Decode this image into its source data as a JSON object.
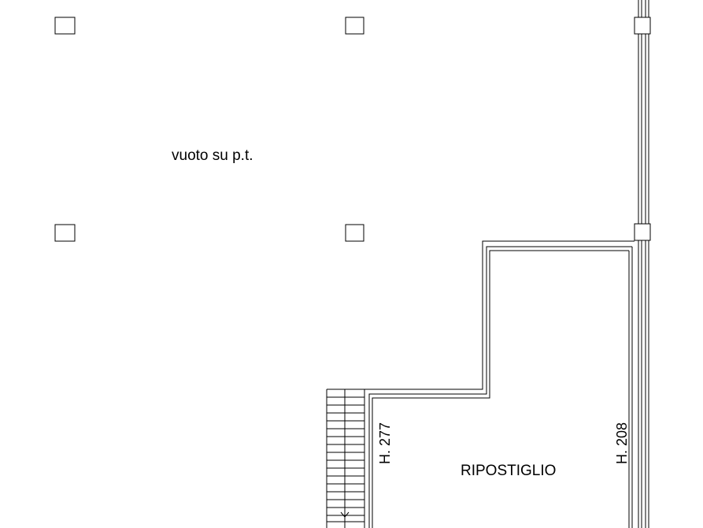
{
  "floor_plan": {
    "void_label": "vuoto su p.t.",
    "room_label": "RIPOSTIGLIO",
    "height_left": "H. 277",
    "height_right": "H. 208"
  },
  "colors": {
    "background": "#ffffff",
    "line": "#000000"
  }
}
